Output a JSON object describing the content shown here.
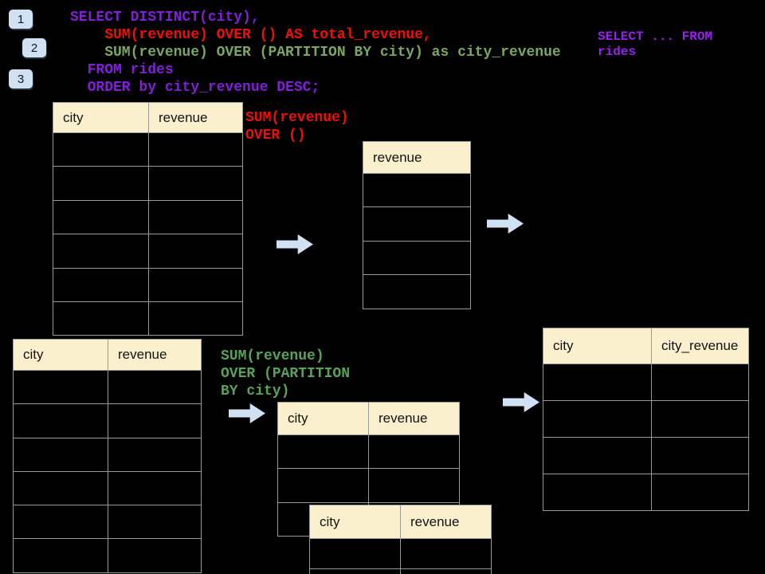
{
  "colors": {
    "background": "#000000",
    "header_fill": "#FBF0CD",
    "table_border": "#999999",
    "accent_blue": "#CFE1F3",
    "code_purple": "#811FD6",
    "code_red": "#EE1100",
    "code_green": "#79A763",
    "note_purple": "#9921F0",
    "annotation_red": "#EE1100",
    "annotation_green": "#58A35C"
  },
  "badges": [
    {
      "label": "1"
    },
    {
      "label": "2"
    },
    {
      "label": "3"
    }
  ],
  "sql_code": {
    "lines": [
      {
        "text": "SELECT DISTINCT(city),",
        "color": "code_purple"
      },
      {
        "text": "    SUM(revenue) OVER () AS total_revenue,",
        "color": "code_red"
      },
      {
        "text": "    SUM(revenue) OVER (PARTITION BY city) as city_revenue",
        "color": "code_green"
      },
      {
        "text": "  FROM rides",
        "color": "code_purple"
      },
      {
        "text": "  ORDER by city_revenue DESC;",
        "color": "code_purple"
      }
    ]
  },
  "side_note": {
    "lines": [
      "SELECT ... FROM",
      "rides"
    ]
  },
  "annotations": {
    "total_revenue": {
      "lines": [
        "SUM(revenue)",
        "OVER ()"
      ]
    },
    "partition": {
      "lines": [
        "SUM(revenue)",
        "OVER (PARTITION",
        "BY city)"
      ]
    }
  },
  "tables": {
    "rides_source": {
      "columns": [
        "city",
        "revenue"
      ],
      "empty_row_count": 6
    },
    "total_revenue_window": {
      "columns": [
        "revenue"
      ],
      "empty_row_count": 4
    },
    "rides_source_2": {
      "columns": [
        "city",
        "revenue"
      ],
      "empty_row_count": 6
    },
    "partition_window_1": {
      "columns": [
        "city",
        "revenue"
      ],
      "empty_row_count": 3
    },
    "partition_window_2": {
      "columns": [
        "city",
        "revenue"
      ],
      "empty_row_count": 2
    },
    "city_revenue_result": {
      "columns": [
        "city",
        "city_revenue"
      ],
      "empty_row_count": 4
    }
  }
}
